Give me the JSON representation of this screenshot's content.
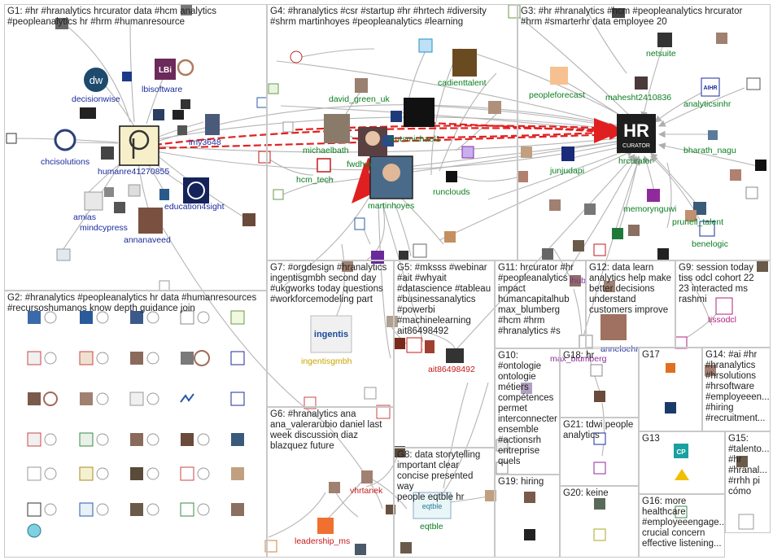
{
  "groups": [
    {
      "id": "G1",
      "text": "G1: #hr #hranalytics hrcurator data #hcm analytics\n#peopleanalytics hr #hrm #humanresource"
    },
    {
      "id": "G2",
      "text": "G2: #hranalytics #peopleanalytics hr data #humanresources\n#recursoshumanos know depth guidance join"
    },
    {
      "id": "G3",
      "text": "G3: #hr #hranalytics #hcm #peopleanalytics hrcurator\n#hrm #smarterhr data employee 20"
    },
    {
      "id": "G4",
      "text": "G4: #hranalytics #csr #startup #hr #hrtech #diversity\n#shrm martinhoyes #peopleanalytics #learning"
    },
    {
      "id": "G5",
      "text": "G5: #mksss #webinar\n#ait #whyait\n#datascience #tableau\n#businessanalytics\n#powerbi\n#machinelearning\nait86498492"
    },
    {
      "id": "G6",
      "text": "G6: #hranalytics ana\nana_valerarubio daniel last\nweek discussion diaz\nblazquez future"
    },
    {
      "id": "G7",
      "text": "G7: #orgdesign #hranalytics\ningentisgmbh second day\n#ukgworks today questions\n#workforcemodeling part"
    },
    {
      "id": "G8",
      "text": "G8: data storytelling\nimportant clear\nconcise presented way\npeople eqtble hr"
    },
    {
      "id": "G9",
      "text": "G9: session today\ntiss odcl cohort 22\n23 interacted ms\nrashmi"
    },
    {
      "id": "G10",
      "text": "G10:\n#ontologie\nontologie\nmétiers\ncompétences\npermet\ninterconnecter\nensemble\n#actionsrh\nentreprise\nquels"
    },
    {
      "id": "G11",
      "text": "G11: hrcurator #hr\n#peopleanalytics\nimpact\nhumancapitalhub\nmax_blumberg\n#hcm #hrm\n#hranalytics #s"
    },
    {
      "id": "G12",
      "text": "G12: data learn\nanalytics help make\nbetter decisions\nunderstand\ncustomers improve"
    },
    {
      "id": "G13",
      "text": "G13"
    },
    {
      "id": "G14",
      "text": "G14: #ai #hr\n#hranalytics\n#hrsolutions\n#hrsoftware\n#employeeen...\n#hiring\n#recruitment..."
    },
    {
      "id": "G15",
      "text": "G15:\n#talento...\n#hr\n#hranal...\n#rrhh pi\ncómo"
    },
    {
      "id": "G16",
      "text": "G16: more\nhealthcare\n#employeeengage...\ncrucial concern\neffective listening..."
    },
    {
      "id": "G17",
      "text": "G17"
    },
    {
      "id": "G18",
      "text": "G18: hr"
    },
    {
      "id": "G19",
      "text": "G19: hiring"
    },
    {
      "id": "G20",
      "text": "G20: keine"
    },
    {
      "id": "G21",
      "text": "G21: tdwi people\nanalytics"
    }
  ],
  "labels": {
    "decisionwise": "decisionwise",
    "lbisoftware": "lbisoftware",
    "chcisolutions": "chcisolutions",
    "humanre41270855": "humanre41270855",
    "imy3648": "imy3648",
    "amias": "amias",
    "mindcypress": "mindcypress",
    "education4sight": "education4sight",
    "annanaveed": "annanaveed",
    "cadienttalent": "cadienttalent",
    "david_green_uk": "david_green_uk",
    "michaelbath": "michaelbath",
    "reutsmichael1": "reutsmichael1",
    "fwdhur": "fwdhur",
    "hcm_tech": "hcm_tech",
    "martinhoyes": "martinhoyes",
    "runclouds": "runclouds",
    "netsuite": "netsuite",
    "peopleforecast": "peopleforecast",
    "mahesht2410836": "mahesht2410836",
    "analyticsinhr": "analyticsinhr",
    "hrcurator": "hrcurator",
    "bharath_nagu": "bharath_nagu",
    "junjudapi": "junjudapi",
    "memorynguwi": "memorynguwi",
    "prunell_talent": "prunell_talent",
    "benelogic": "benelogic",
    "ingentisgmbh": "ingentisgmbh",
    "ait86498492": "ait86498492",
    "anneloehr": "anneloehr",
    "max_blumberg": "max_blumberg",
    "humancapitalhub": "lhub",
    "tissodcl": "tissodcl",
    "vhrtanek": "vhrtanek",
    "leadership_ms": "leadership_ms",
    "eqtble": "eqtble"
  },
  "logos": {
    "hrcurator_logo_top": "HR",
    "hrcurator_logo_bottom": "CURATOR",
    "lbi": "LBi",
    "dw": "dw",
    "ingentis": "ingentis",
    "eqtble": "eqtble",
    "aihr": "AIHR",
    "cp": "CP"
  },
  "colors": {
    "label_blue": "#1a2b9c",
    "label_green": "#0a7d1f",
    "label_red": "#c41a1a",
    "label_purple": "#8e2a9c",
    "label_magenta": "#b0207e",
    "edge_gray": "#a8a8a8",
    "edge_red": "#e02020"
  }
}
